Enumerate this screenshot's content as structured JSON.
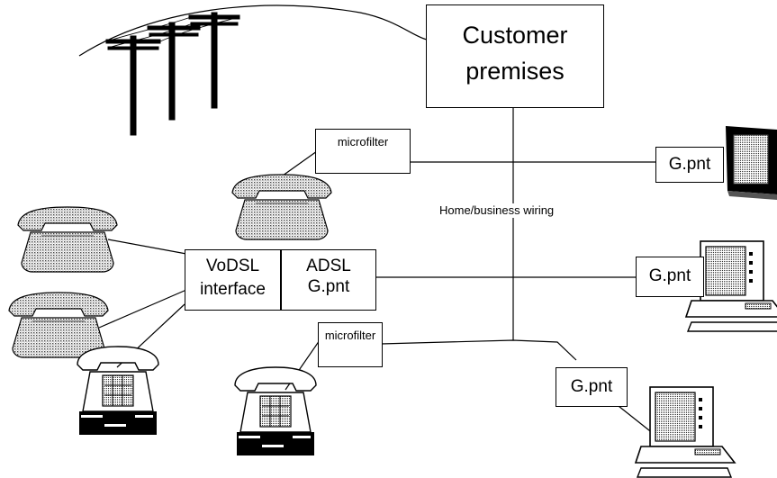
{
  "diagram": {
    "customer_premises_line1": "Customer",
    "customer_premises_line2": "premises",
    "wiring_label": "Home/business wiring",
    "microfilter_top": "microfilter",
    "microfilter_bottom": "microfilter",
    "vodsl_line1": "VoDSL",
    "vodsl_line2": "interface",
    "adsl_line1": "ADSL",
    "adsl_line2": "G.pnt",
    "gpnt_tv": "G.pnt",
    "gpnt_pc1": "G.pnt",
    "gpnt_pc2": "G.pnt"
  },
  "icons": {
    "utility_poles": "utility-poles-icon",
    "telephone": "telephone-icon",
    "desk_phone": "desk-phone-icon",
    "television": "television-icon",
    "computer": "computer-icon"
  }
}
